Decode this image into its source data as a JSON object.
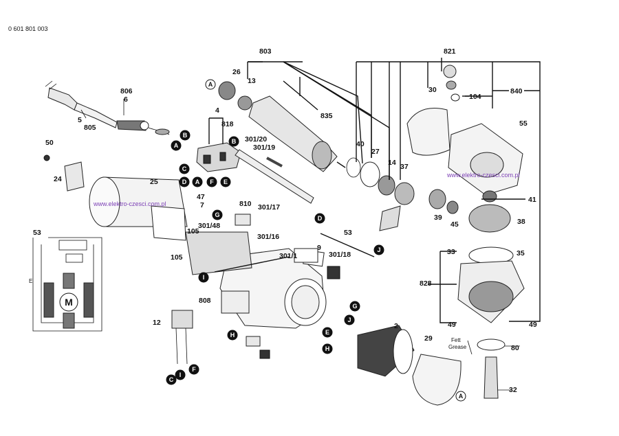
{
  "document_number": "0 601 801 003",
  "watermarks": [
    "www.elektro-czesci.com.pl",
    "www.elektro-czesci.com.pl"
  ],
  "grease_label": "Fett\nGrease",
  "grease_line1": "Fett",
  "grease_line2": "Grease",
  "part_labels": [
    "803",
    "821",
    "26",
    "13",
    "806",
    "6",
    "5",
    "805",
    "4",
    "818",
    "835",
    "30",
    "104",
    "840",
    "55",
    "50",
    "24",
    "25",
    "B",
    "A",
    "301/20",
    "301/19",
    "40",
    "27",
    "14",
    "37",
    "41",
    "47",
    "7",
    "810",
    "301/17",
    "G",
    "301/48",
    "301/16",
    "105",
    "105",
    "53",
    "9",
    "301/18",
    "39",
    "45",
    "38",
    "33",
    "35",
    "828",
    "301/1",
    "D",
    "J",
    "808",
    "12",
    "2",
    "29",
    "80",
    "32",
    "49",
    "49",
    "C",
    "I",
    "F",
    "E",
    "H",
    "M"
  ],
  "motor_symbol": "M",
  "schematic_label": "53",
  "schematic_side": "E"
}
